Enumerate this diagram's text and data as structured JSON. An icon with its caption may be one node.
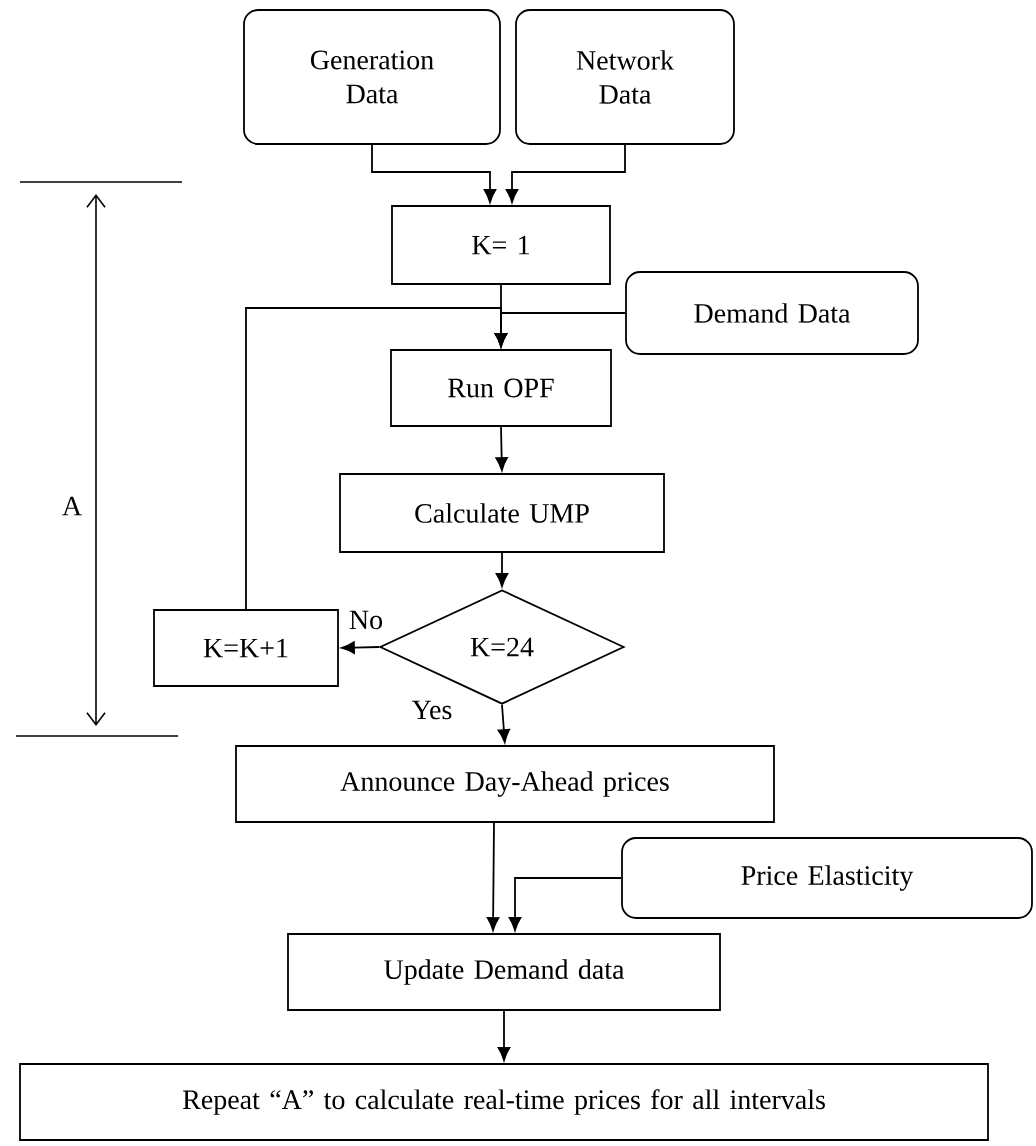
{
  "diagram": {
    "nodes": [
      {
        "text": [
          "Generation Data"
        ]
      },
      {
        "text": [
          "Network Data"
        ]
      },
      {
        "text": [
          "K= 1"
        ]
      },
      {
        "text": [
          "Demand Data"
        ]
      },
      {
        "text": [
          "Run OPF"
        ]
      },
      {
        "text": [
          "Calculate UMP"
        ]
      },
      {
        "text": [
          "K=24"
        ]
      },
      {
        "text": [
          "K=K+1"
        ]
      },
      {
        "text": [
          "Announce Day-Ahead prices"
        ]
      },
      {
        "text": [
          "Price Elasticity"
        ]
      },
      {
        "text": [
          "Update Demand data"
        ]
      },
      {
        "text": [
          "Repeat “A” to calculate real-time prices for all intervals"
        ]
      }
    ],
    "edges": [
      {
        "from": 0,
        "to": 2,
        "arrow": "to"
      },
      {
        "from": 1,
        "to": 2,
        "arrow": "to"
      },
      {
        "from": 2,
        "to": 4,
        "arrow": "to"
      },
      {
        "from": 3,
        "to": 4,
        "arrow": "to"
      },
      {
        "from": 4,
        "to": 5,
        "arrow": "to"
      },
      {
        "from": 5,
        "to": 6,
        "arrow": "to"
      },
      {
        "from": 6,
        "to": 7,
        "arrow": "to",
        "label": "No"
      },
      {
        "from": 7,
        "to": 4,
        "arrow": "to"
      },
      {
        "from": 6,
        "to": 8,
        "arrow": "to",
        "label": "Yes"
      },
      {
        "from": 8,
        "to": 10,
        "arrow": "to"
      },
      {
        "from": 9,
        "to": 10,
        "arrow": "to"
      },
      {
        "from": 10,
        "to": 11,
        "arrow": "to"
      }
    ],
    "labels": [
      "A"
    ]
  }
}
